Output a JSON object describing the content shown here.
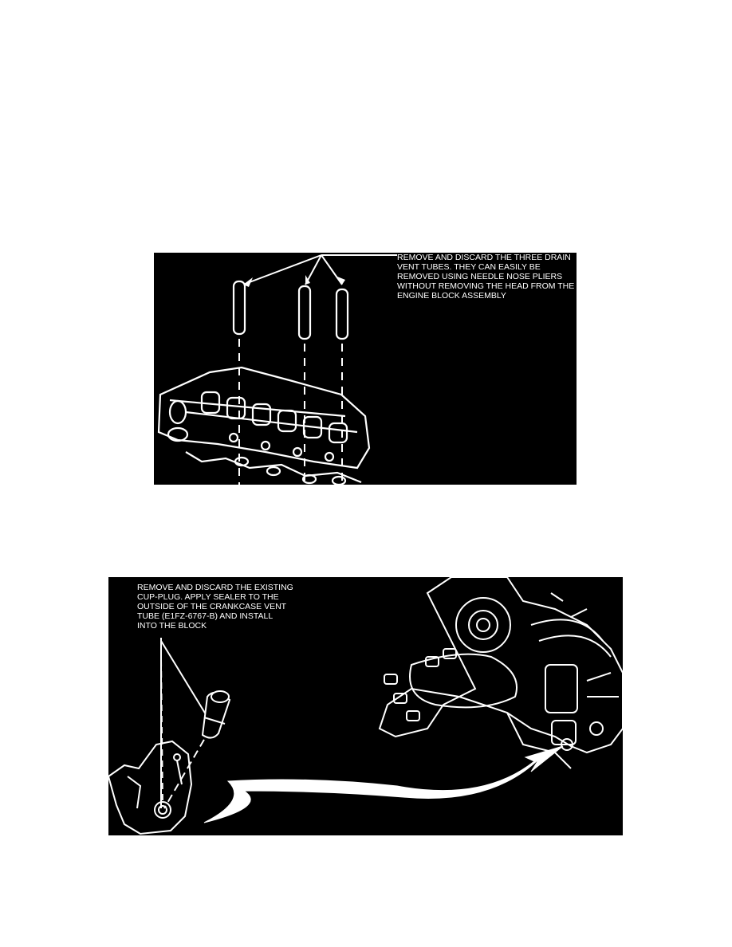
{
  "figure_1": {
    "caption_lines": [
      "REMOVE AND DISCARD THE THREE DRAIN",
      "VENT TUBES. THEY CAN EASILY BE",
      "REMOVED USING NEEDLE NOSE PLIERS",
      "WITHOUT REMOVING THE HEAD FROM THE",
      "ENGINE BLOCK ASSEMBLY"
    ]
  },
  "figure_2": {
    "caption_lines": [
      "REMOVE AND DISCARD THE EXISTING",
      "CUP-PLUG. APPLY SEALER TO THE",
      "OUTSIDE OF THE CRANKCASE VENT",
      "TUBE (E1FZ-6767-B) AND INSTALL",
      "INTO THE BLOCK"
    ]
  },
  "colors": {
    "figure_background": "#000000",
    "line_art": "#ffffff",
    "page": "#ffffff"
  }
}
